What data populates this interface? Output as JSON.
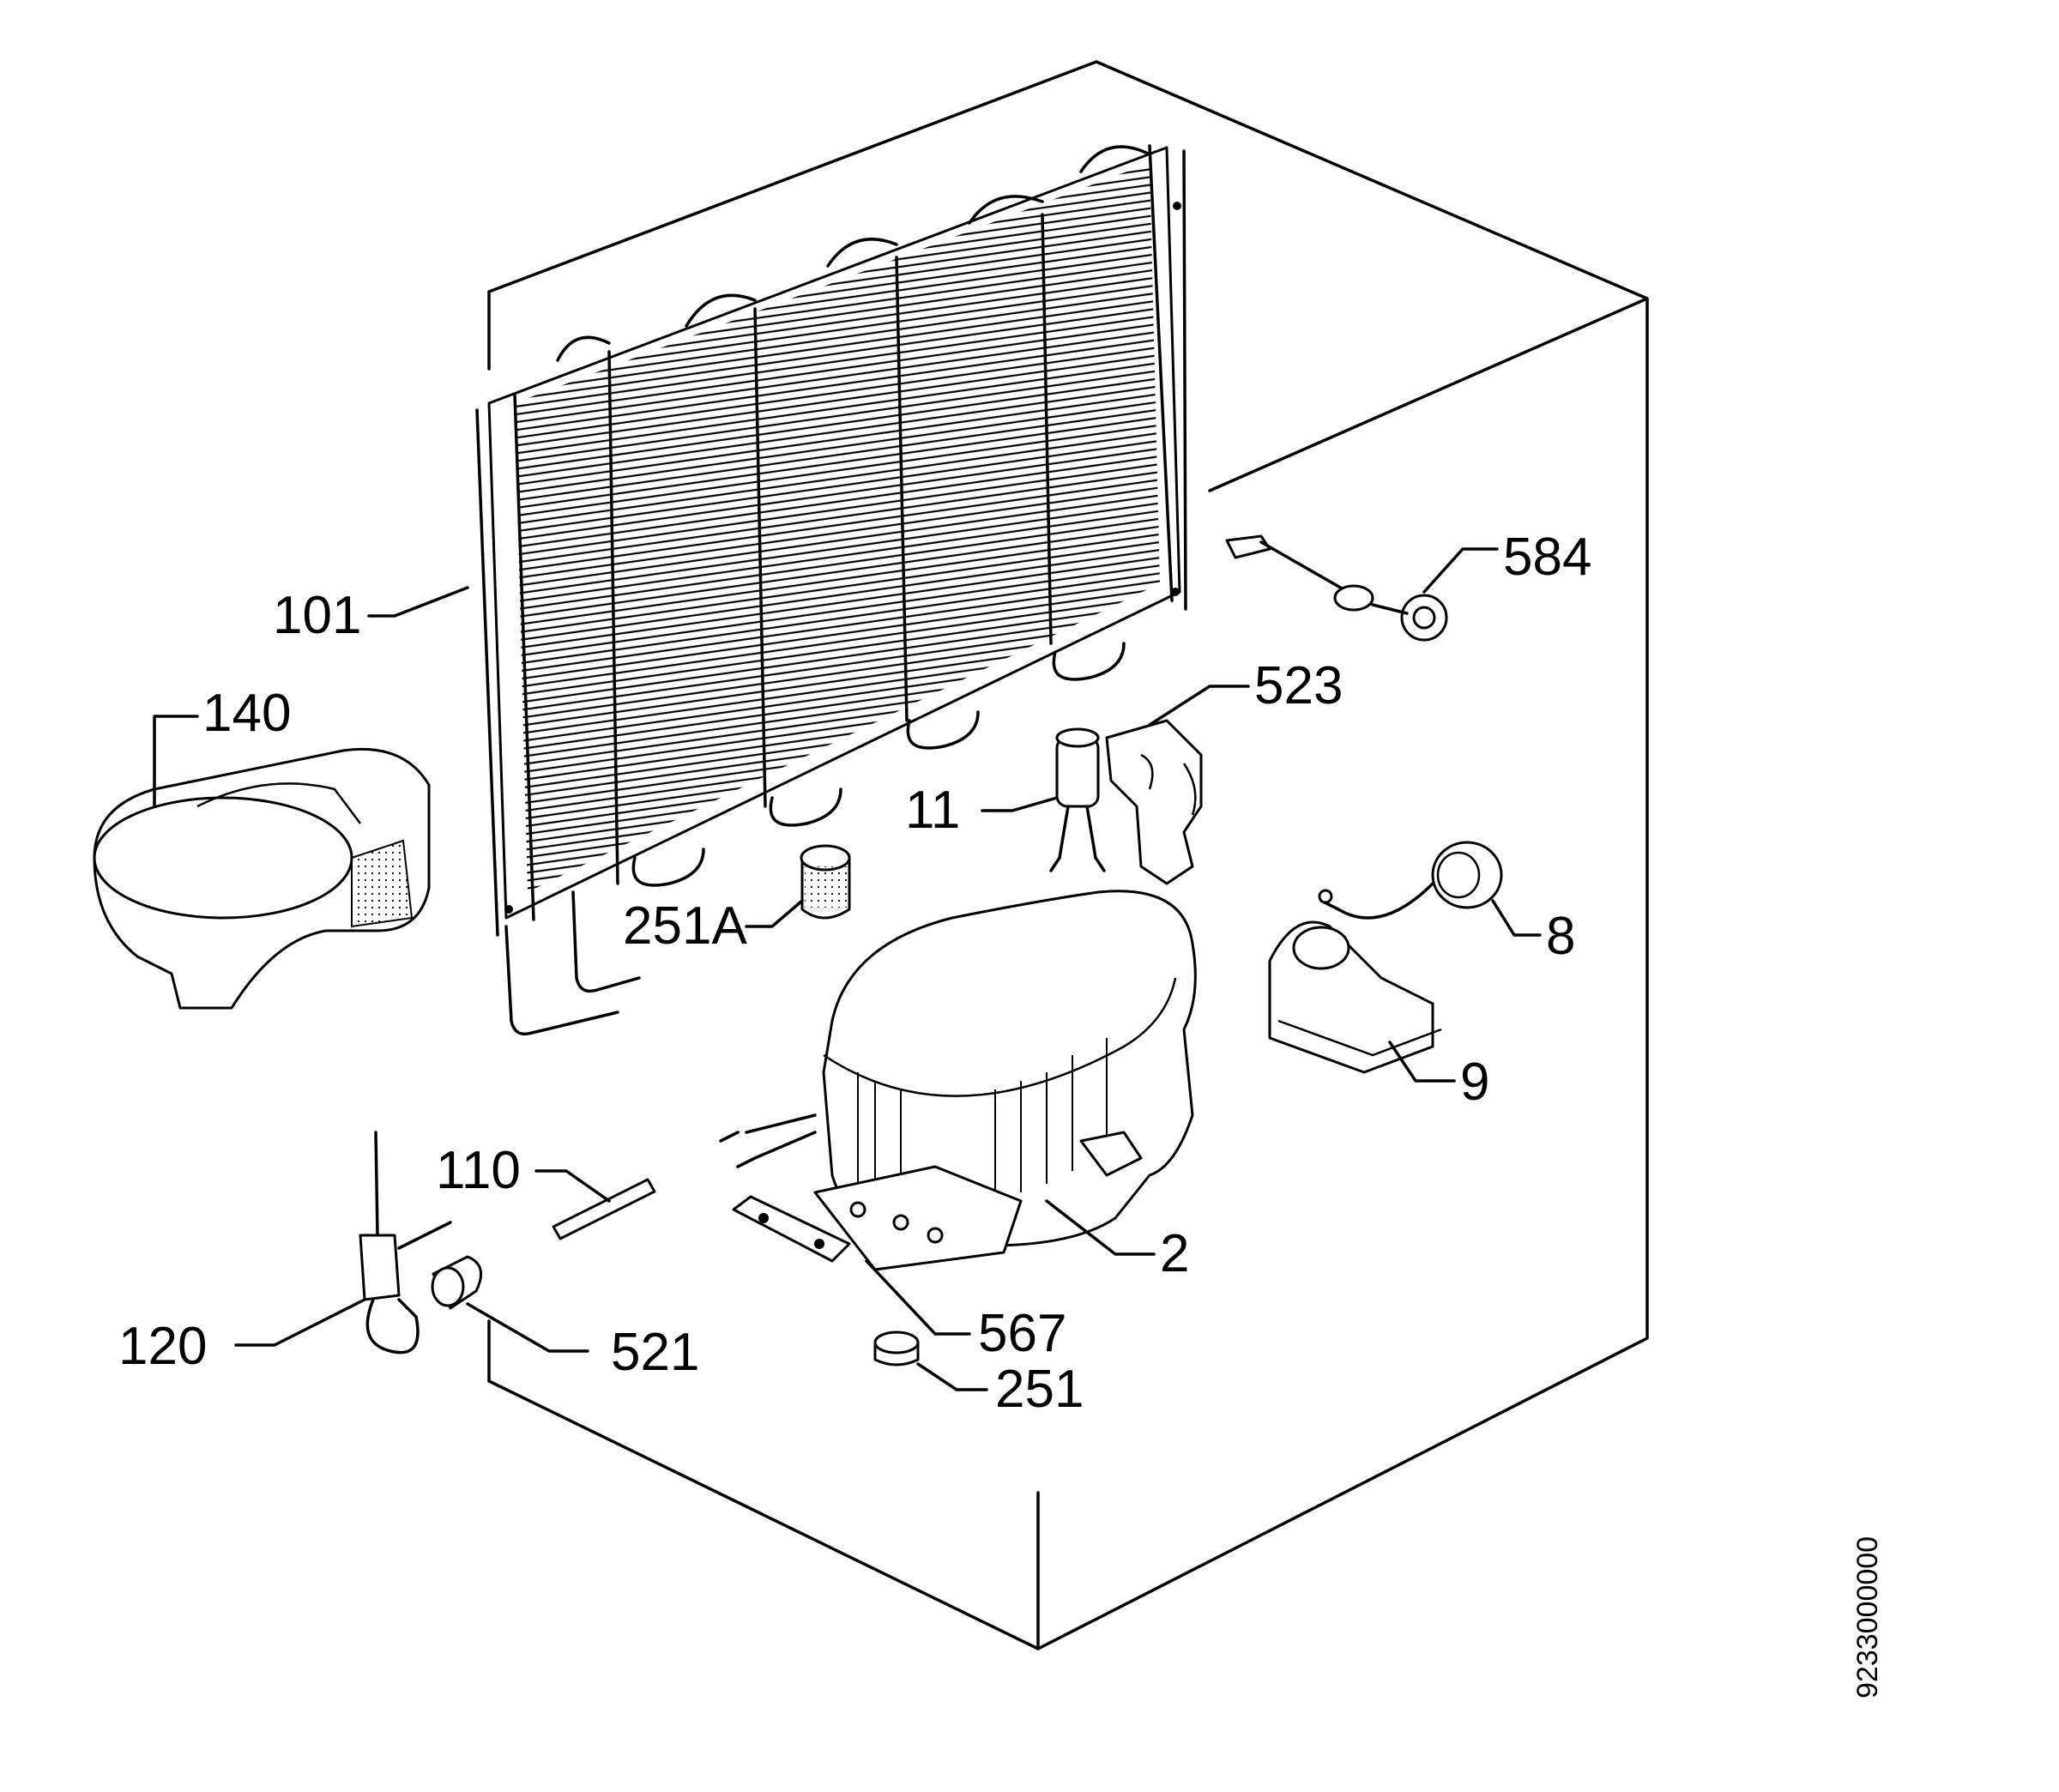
{
  "diagram": {
    "labels": {
      "101": "101",
      "140": "140",
      "584": "584",
      "523": "523",
      "11": "11",
      "251a": "251A",
      "8": "8",
      "9": "9",
      "110": "110",
      "2": "2",
      "120": "120",
      "521": "521",
      "567": "567",
      "251": "251"
    },
    "document_number": "9233000000",
    "colors": {
      "ink": "#000000",
      "paper": "#ffffff"
    }
  }
}
